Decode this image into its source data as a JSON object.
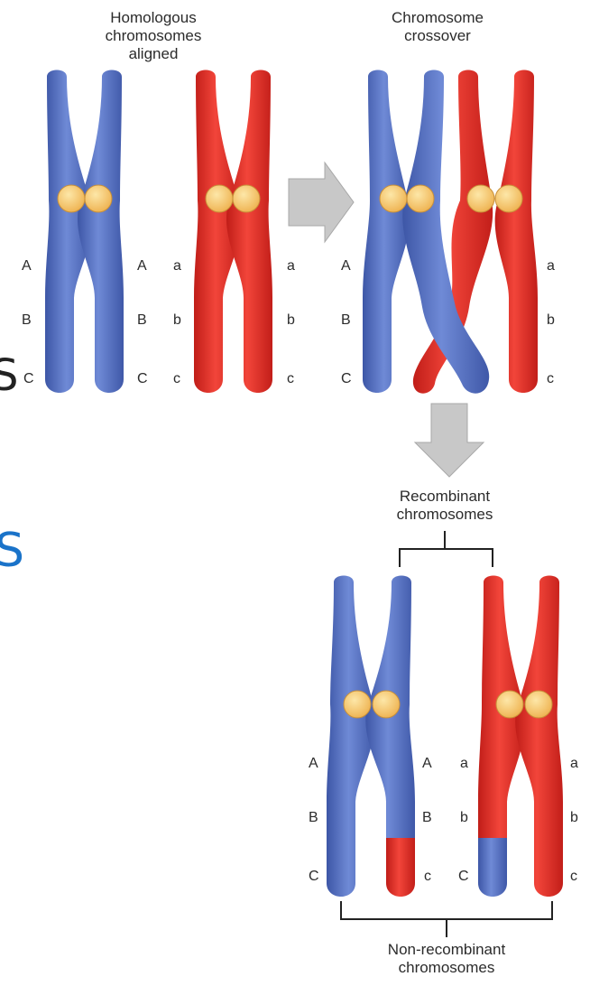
{
  "captions": {
    "homologous": [
      "Homologous",
      "chromosomes",
      "aligned"
    ],
    "crossover": [
      "Chromosome",
      "crossover"
    ],
    "recombinant": [
      "Recombinant",
      "chromosomes"
    ],
    "nonrecombinant": [
      "Non-recombinant",
      "chromosomes"
    ]
  },
  "edge_fragments": [
    "S",
    "S"
  ],
  "allele_labels": {
    "upper_left": [
      "A",
      "B",
      "C"
    ],
    "upper_lower": [
      "a",
      "b",
      "c"
    ]
  },
  "colors": {
    "blue": "#5872c4",
    "red": "#e8312a",
    "centromere": "#f6c86e",
    "arrow": "#c8c8c8",
    "text_accent": "#1a73c9"
  }
}
